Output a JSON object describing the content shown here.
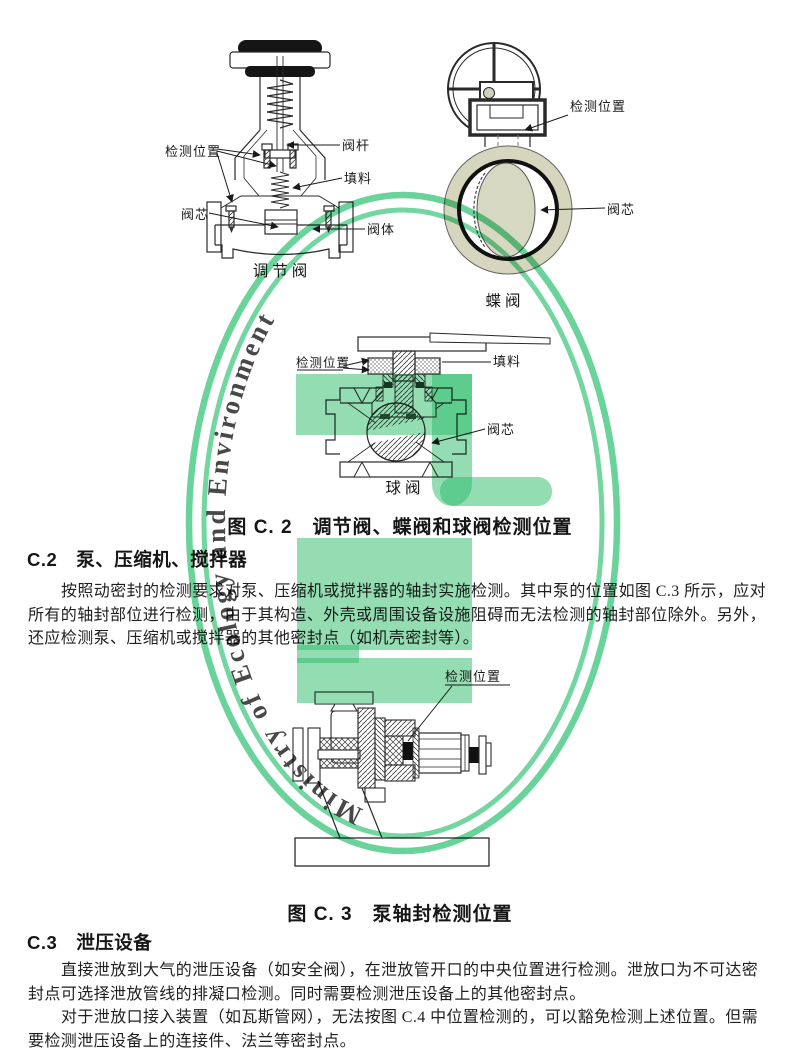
{
  "figure_c2": {
    "caption": "图 C. 2　调节阀、蝶阀和球阀检测位置",
    "control_valve": {
      "name": "调节阀",
      "label_detect": "检测位置",
      "label_stem": "阀杆",
      "label_packing": "填料",
      "label_core": "阀芯",
      "label_body": "阀体"
    },
    "butterfly_valve": {
      "name": "蝶阀",
      "label_detect": "检测位置",
      "label_core": "阀芯"
    },
    "ball_valve": {
      "name": "球阀",
      "label_detect": "检测位置",
      "label_packing": "填料",
      "label_core": "阀芯"
    }
  },
  "section_c2": {
    "heading": "C.2　泵、压缩机、搅拌器",
    "line1": "按照动密封的检测要求对泵、压缩机或搅拌器的轴封实施检测。其中泵的位置如图 C.3 所示，应对",
    "line2": "所有的轴封部位进行检测，由于其构造、外壳或周围设备设施阻碍而无法检测的轴封部位除外。另外，",
    "line3": "还应检测泵、压缩机或搅拌器的其他密封点（如机壳密封等）。"
  },
  "figure_c3": {
    "caption": "图 C. 3　泵轴封检测位置",
    "pump": {
      "label_detect": "检测位置"
    }
  },
  "section_c3": {
    "heading": "C.3　泄压设备",
    "p1_line1": "直接泄放到大气的泄压设备（如安全阀），在泄放管开口的中央位置进行检测。泄放口为不可达密",
    "p1_line2": "封点可选择泄放管线的排凝口检测。同时需要检测泄压设备上的其他密封点。",
    "p2_line1": "对于泄放口接入装置（如瓦斯管网），无法按图 C.4 中位置检测的，可以豁免检测上述位置。但需",
    "p2_line2": "要检测泄压设备上的连接件、法兰等密封点。"
  },
  "watermark": {
    "ring_text": "Ministry of Ecology and Environment",
    "green": "#37c478",
    "logo_green": "#2abb68"
  },
  "colors": {
    "valve_body_fill": "#d5d6bd",
    "disc_fill": "#d7d8c1"
  }
}
